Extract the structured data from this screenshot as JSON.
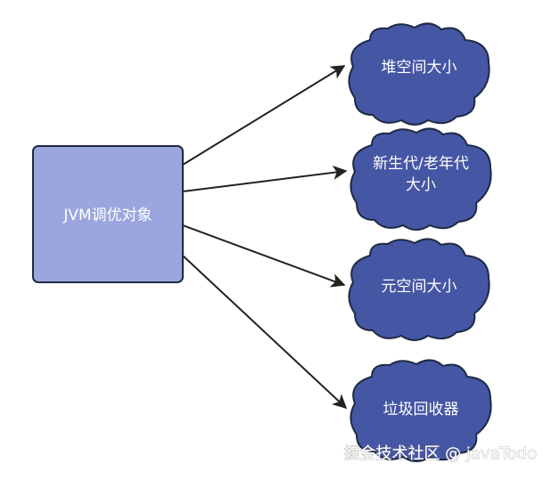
{
  "diagram": {
    "source": {
      "label": "JVM调优对象",
      "fill": "#9aa6dd",
      "stroke": "#1f2a44"
    },
    "cloud_fill": "#4556a4",
    "cloud_stroke": "#1f2a44",
    "arrow_color": "#222222",
    "targets": [
      {
        "lines": [
          "堆空间大小"
        ]
      },
      {
        "lines": [
          "新生代/老年代",
          "大小"
        ]
      },
      {
        "lines": [
          "元空间大小"
        ]
      },
      {
        "lines": [
          "垃圾回收器"
        ]
      }
    ]
  },
  "watermark": {
    "text": "掘金技术社区 @ javaTodo"
  }
}
